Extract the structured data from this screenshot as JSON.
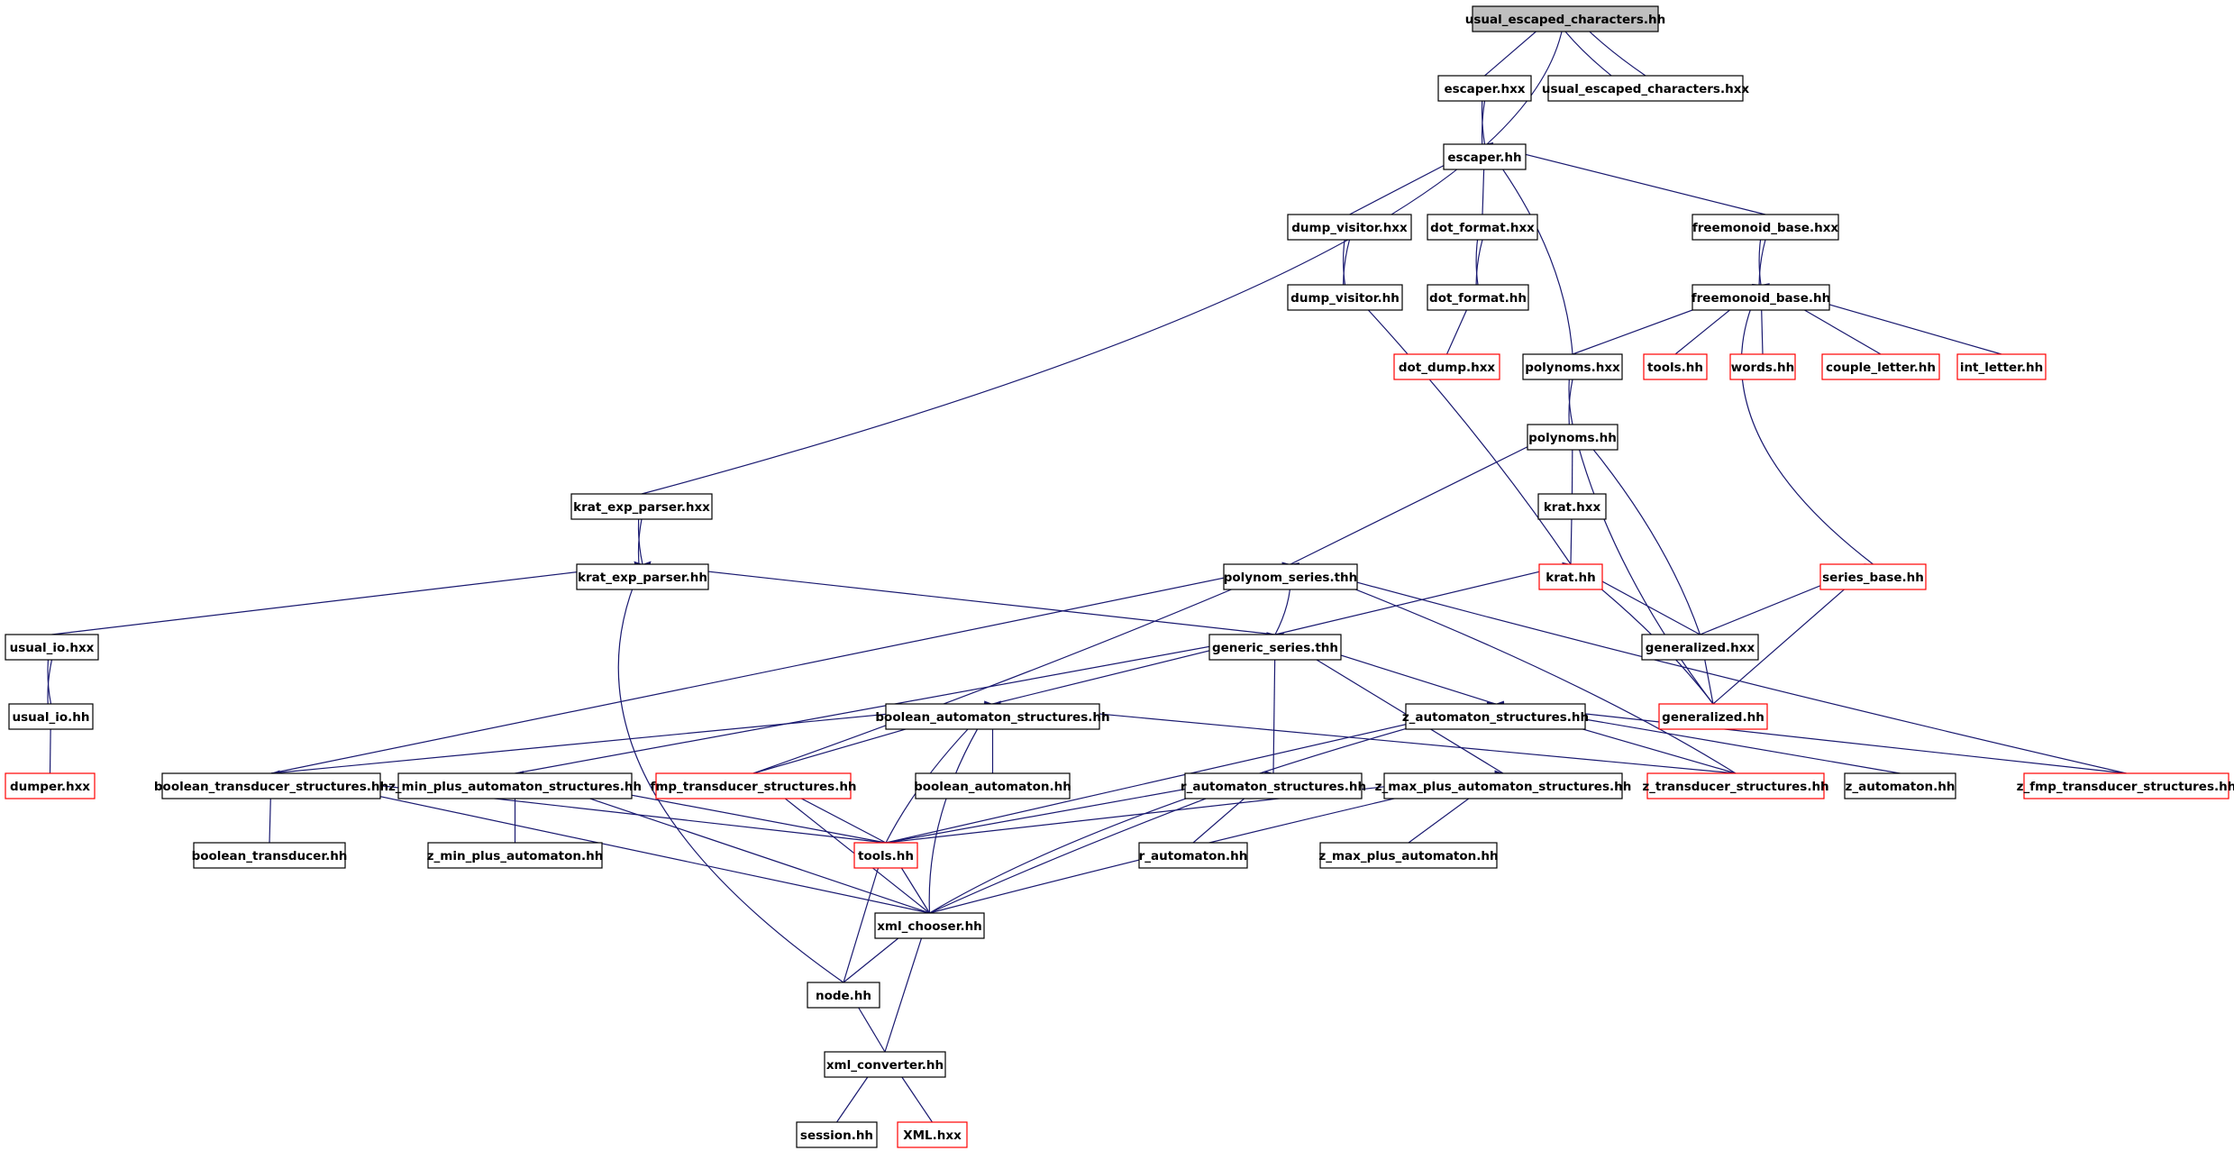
{
  "colors": {
    "edge": "#191970",
    "border_normal": "#000000",
    "border_truncated": "#ff0000",
    "root_fill": "#bfbfbf",
    "node_fill": "#ffffff"
  },
  "nodes": [
    {
      "id": "usual_escaped_characters_hh",
      "label": "usual_escaped_characters.hh",
      "style": "root"
    },
    {
      "id": "escaper_hxx",
      "label": "escaper.hxx",
      "style": "normal"
    },
    {
      "id": "usual_escaped_characters_hxx",
      "label": "usual_escaped_characters.hxx",
      "style": "normal"
    },
    {
      "id": "escaper_hh",
      "label": "escaper.hh",
      "style": "normal"
    },
    {
      "id": "dump_visitor_hxx",
      "label": "dump_visitor.hxx",
      "style": "normal"
    },
    {
      "id": "dot_format_hxx",
      "label": "dot_format.hxx",
      "style": "normal"
    },
    {
      "id": "freemonoid_base_hxx",
      "label": "freemonoid_base.hxx",
      "style": "normal"
    },
    {
      "id": "dump_visitor_hh",
      "label": "dump_visitor.hh",
      "style": "normal"
    },
    {
      "id": "dot_format_hh",
      "label": "dot_format.hh",
      "style": "normal"
    },
    {
      "id": "freemonoid_base_hh",
      "label": "freemonoid_base.hh",
      "style": "normal"
    },
    {
      "id": "dot_dump_hxx",
      "label": "dot_dump.hxx",
      "style": "truncated"
    },
    {
      "id": "polynoms_hxx",
      "label": "polynoms.hxx",
      "style": "normal"
    },
    {
      "id": "tools_hh_top",
      "label": "tools.hh",
      "style": "truncated"
    },
    {
      "id": "words_hh",
      "label": "words.hh",
      "style": "truncated"
    },
    {
      "id": "couple_letter_hh",
      "label": "couple_letter.hh",
      "style": "truncated"
    },
    {
      "id": "int_letter_hh",
      "label": "int_letter.hh",
      "style": "truncated"
    },
    {
      "id": "polynoms_hh",
      "label": "polynoms.hh",
      "style": "normal"
    },
    {
      "id": "krat_exp_parser_hxx",
      "label": "krat_exp_parser.hxx",
      "style": "normal"
    },
    {
      "id": "krat_hxx",
      "label": "krat.hxx",
      "style": "normal"
    },
    {
      "id": "krat_exp_parser_hh",
      "label": "krat_exp_parser.hh",
      "style": "normal"
    },
    {
      "id": "polynom_series_thh",
      "label": "polynom_series.thh",
      "style": "normal"
    },
    {
      "id": "krat_hh",
      "label": "krat.hh",
      "style": "truncated"
    },
    {
      "id": "series_base_hh",
      "label": "series_base.hh",
      "style": "truncated"
    },
    {
      "id": "usual_io_hxx",
      "label": "usual_io.hxx",
      "style": "normal"
    },
    {
      "id": "generic_series_thh",
      "label": "generic_series.thh",
      "style": "normal"
    },
    {
      "id": "generalized_hxx",
      "label": "generalized.hxx",
      "style": "normal"
    },
    {
      "id": "usual_io_hh",
      "label": "usual_io.hh",
      "style": "normal"
    },
    {
      "id": "boolean_automaton_structures_hh",
      "label": "boolean_automaton_structures.hh",
      "style": "normal"
    },
    {
      "id": "z_automaton_structures_hh",
      "label": "z_automaton_structures.hh",
      "style": "normal"
    },
    {
      "id": "generalized_hh",
      "label": "generalized.hh",
      "style": "truncated"
    },
    {
      "id": "dumper_hxx",
      "label": "dumper.hxx",
      "style": "truncated"
    },
    {
      "id": "boolean_transducer_structures_hh",
      "label": "boolean_transducer_structures.hh",
      "style": "normal"
    },
    {
      "id": "z_min_plus_automaton_structures_hh",
      "label": "z_min_plus_automaton_structures.hh",
      "style": "normal"
    },
    {
      "id": "fmp_transducer_structures_hh",
      "label": "fmp_transducer_structures.hh",
      "style": "truncated"
    },
    {
      "id": "boolean_automaton_hh",
      "label": "boolean_automaton.hh",
      "style": "normal"
    },
    {
      "id": "r_automaton_structures_hh",
      "label": "r_automaton_structures.hh",
      "style": "normal"
    },
    {
      "id": "z_max_plus_automaton_structures_hh",
      "label": "z_max_plus_automaton_structures.hh",
      "style": "normal"
    },
    {
      "id": "z_transducer_structures_hh",
      "label": "z_transducer_structures.hh",
      "style": "truncated"
    },
    {
      "id": "z_automaton_hh",
      "label": "z_automaton.hh",
      "style": "normal"
    },
    {
      "id": "z_fmp_transducer_structures_hh",
      "label": "z_fmp_transducer_structures.hh",
      "style": "truncated"
    },
    {
      "id": "boolean_transducer_hh",
      "label": "boolean_transducer.hh",
      "style": "normal"
    },
    {
      "id": "z_min_plus_automaton_hh",
      "label": "z_min_plus_automaton.hh",
      "style": "normal"
    },
    {
      "id": "tools_hh",
      "label": "tools.hh",
      "style": "truncated"
    },
    {
      "id": "r_automaton_hh",
      "label": "r_automaton.hh",
      "style": "normal"
    },
    {
      "id": "z_max_plus_automaton_hh",
      "label": "z_max_plus_automaton.hh",
      "style": "normal"
    },
    {
      "id": "xml_chooser_hh",
      "label": "xml_chooser.hh",
      "style": "normal"
    },
    {
      "id": "node_hh",
      "label": "node.hh",
      "style": "normal"
    },
    {
      "id": "xml_converter_hh",
      "label": "xml_converter.hh",
      "style": "normal"
    },
    {
      "id": "session_hh",
      "label": "session.hh",
      "style": "normal"
    },
    {
      "id": "XML_hxx",
      "label": "XML.hxx",
      "style": "truncated"
    }
  ]
}
